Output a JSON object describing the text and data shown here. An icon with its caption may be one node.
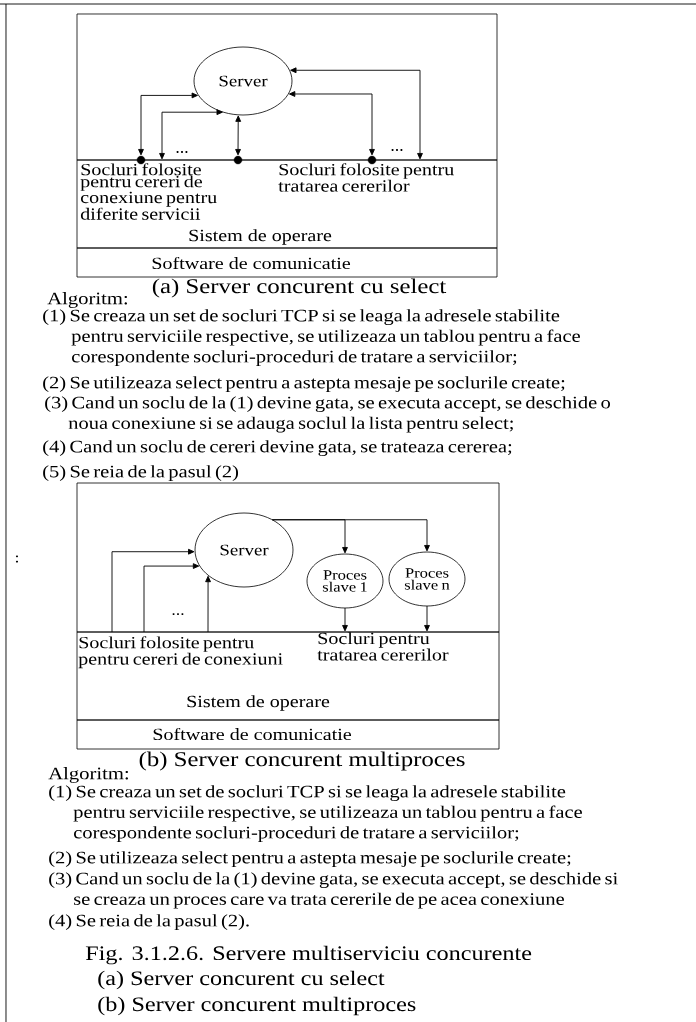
{
  "diagram": {
    "caption": "Fig. 3.1.2.6. Servere multiserviciu concurente",
    "nodes": [
      {
        "text": [
          "Server"
        ]
      },
      {
        "text": [
          "Socluri folosite pentru cereri de conexiune pentru diferite servicii",
          "Socluri folosite pentru tratarea cererilor",
          "Sistem de operare"
        ]
      },
      {
        "text": [
          "Software de comunicatie"
        ]
      },
      {
        "text": [],
        "shape": "circle"
      },
      {
        "text": [],
        "shape": "circle"
      },
      {
        "text": [],
        "shape": "circle"
      },
      {
        "text": [
          "Server"
        ]
      },
      {
        "text": [
          "Proces slave 1"
        ]
      },
      {
        "text": [
          "Proces slave n"
        ]
      },
      {
        "text": [
          "Socluri folosite pentru pentru cereri de conexiuni",
          "Socluri pentru tratarea cererilor",
          "Sistem de operare"
        ]
      },
      {
        "text": [
          "Software de comunicatie"
        ]
      }
    ],
    "edges": [
      {
        "from": 3,
        "to": 0,
        "arrow": "both"
      },
      {
        "from": 1,
        "to": 0,
        "arrow": "both"
      },
      {
        "from": 4,
        "to": 0,
        "arrow": "both"
      },
      {
        "from": 5,
        "to": 0,
        "arrow": "both"
      },
      {
        "from": 1,
        "to": 0,
        "arrow": "both"
      },
      {
        "from": 6,
        "to": 7,
        "arrow": "to"
      },
      {
        "from": 6,
        "to": 8,
        "arrow": "to"
      },
      {
        "from": 7,
        "to": 9,
        "arrow": "to"
      },
      {
        "from": 8,
        "to": 9,
        "arrow": "to"
      },
      {
        "from": 9,
        "to": 6,
        "arrow": "to"
      },
      {
        "from": 9,
        "to": 6,
        "arrow": "to"
      },
      {
        "from": 9,
        "to": 6,
        "arrow": "to"
      }
    ],
    "labels": [
      "...",
      "...",
      "(a) Server concurent cu select",
      "Algoritm:",
      "(1) Se creaza un set de socluri TCP si se leaga la adresele stabilite pentru serviciile respective, se utilizeaza un tablou pentru a face corespondente socluri-proceduri de tratare a serviciilor;",
      "(2) Se utilizeaza select pentru a astepta mesaje pe soclurile create;",
      "(3) Cand un soclu de la (1) devine gata, se executa accept, se deschide o noua conexiune si se adauga soclul la lista pentru select;",
      "(4) Cand un soclu de cereri devine gata, se trateaza cererea;",
      "(5) Se reia de la pasul (2)",
      ":",
      "...",
      "(b) Server concurent multiproces",
      "Algoritm:",
      "(1) Se creaza un set de socluri TCP si se leaga la adresele stabilite pentru serviciile respective, se utilizeaza un tablou pentru a face corespondente socluri-proceduri de tratare a serviciilor;",
      "(2) Se utilizeaza select pentru a astepta mesaje pe soclurile create;",
      "(3) Cand un soclu de la (1) devine gata, se executa accept, se deschide si se creaza un proces care va trata cererile de pe acea conexiune",
      "(4) Se reia de la pasul (2).",
      "(a) Server concurent cu select",
      "(b) Server concurent multiproces"
    ]
  }
}
